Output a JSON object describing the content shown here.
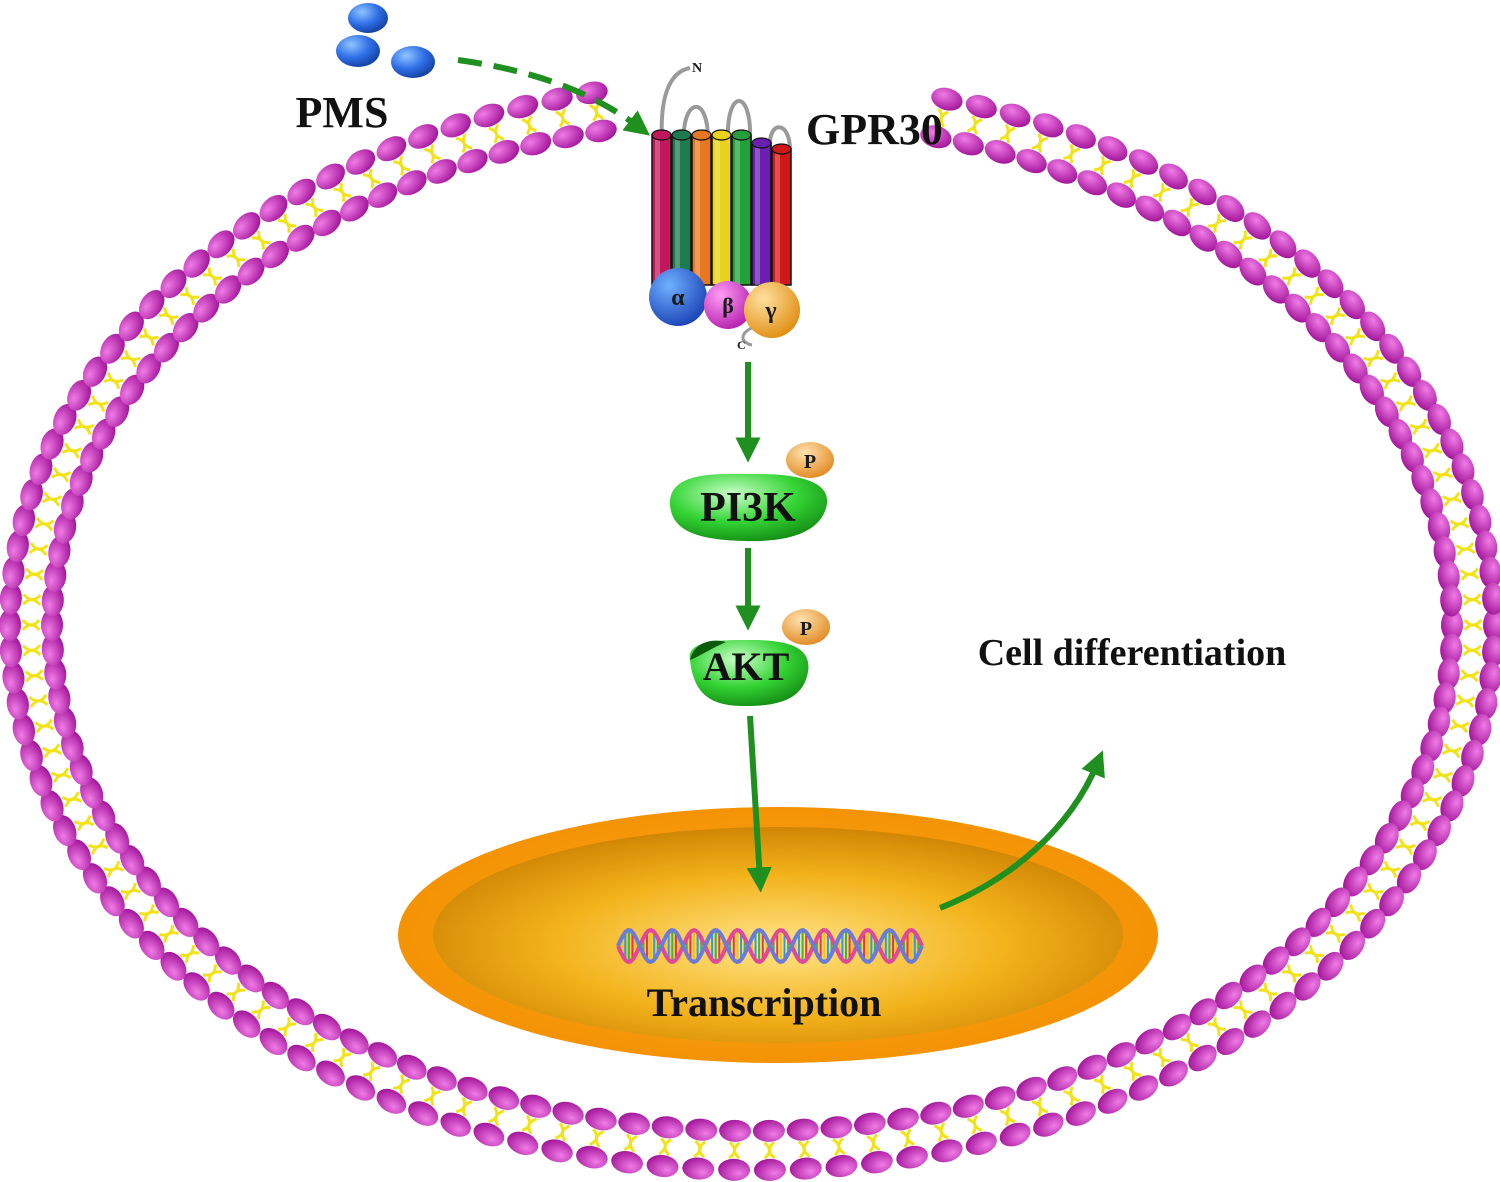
{
  "labels": {
    "ligand": "PMS",
    "receptor": "GPR30",
    "receptor_n_terminus": "N",
    "receptor_c_terminus": "C",
    "subunit_alpha": "α",
    "subunit_beta": "β",
    "subunit_gamma": "γ",
    "kinase_1": "PI3K",
    "kinase_2": "AKT",
    "phospho_tag": "P",
    "nucleus_process": "Transcription",
    "outcome": "Cell differentiation"
  },
  "colors": {
    "lipid_head": "#c61fb8",
    "lipid_tail": "#f2e21a",
    "arrow": "#1f8f1f",
    "kinase": "#2fd82f",
    "phospho": "#f3a33c",
    "nucleus_outer": "#f59a0e",
    "nucleus_inner": "#d98e08",
    "ligand": "#2f6fe8",
    "alpha": "#2563eb",
    "beta": "#d63ad6",
    "gamma": "#f5a623",
    "helices": [
      "#c2185b",
      "#1e7a4f",
      "#e87722",
      "#e8d21a",
      "#22a03a",
      "#6a1fb0",
      "#d01818"
    ]
  }
}
